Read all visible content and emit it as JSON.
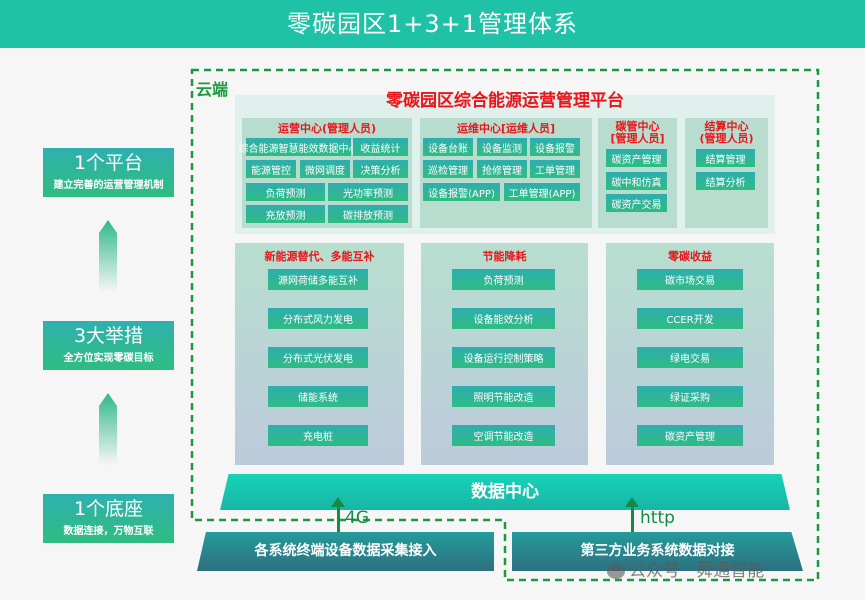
{
  "title": "零碳园区1+3+1管理体系",
  "cloud_label": "云端",
  "left": [
    {
      "big": "1个平台",
      "small": "建立完善的运营管理机制"
    },
    {
      "big": "3大举措",
      "small": "全方位实现零碳目标"
    },
    {
      "big": "1个底座",
      "small": "数据连接，万物互联"
    }
  ],
  "platform": {
    "title": "零碳园区综合能源运营管理平台",
    "ops": {
      "title": "运营中心(管理人员)",
      "items": [
        "综合能源智慧能效数据中心",
        "收益统计",
        "能源管控",
        "微网调度",
        "决策分析",
        "负荷预测",
        "光功率预测",
        "充放预测",
        "碳排放预测"
      ]
    },
    "maint": {
      "title": "运维中心[运维人员]",
      "items": [
        "设备台账",
        "设备监测",
        "设备报警",
        "巡检管理",
        "抢修管理",
        "工单管理",
        "设备报警(APP)",
        "工单管理(APP)"
      ]
    },
    "carbon": {
      "title1": "碳管中心",
      "title2": "[管理人员]",
      "items": [
        "碳资产管理",
        "碳中和仿真",
        "碳资产交易"
      ]
    },
    "settle": {
      "title1": "结算中心",
      "title2": "(管理人员)",
      "items": [
        "结算管理",
        "结算分析"
      ]
    }
  },
  "columns": [
    {
      "title": "新能源替代、多能互补",
      "items": [
        "源网荷储多能互补",
        "分布式风力发电",
        "分布式光伏发电",
        "储能系统",
        "充电桩"
      ]
    },
    {
      "title": "节能降耗",
      "items": [
        "负荷预测",
        "设备能效分析",
        "设备运行控制策略",
        "照明节能改造",
        "空调节能改造"
      ]
    },
    {
      "title": "零碳收益",
      "items": [
        "碳市场交易",
        "CCER开发",
        "绿电交易",
        "绿证采购",
        "碳资产管理"
      ]
    }
  ],
  "data_center": "数据中心",
  "link_4g": "4G",
  "link_http": "http",
  "bottom_left": "各系统终端设备数据采集接入",
  "bottom_right": "第三方业务系统数据对接",
  "watermark": "公众号 · 舜通智能",
  "colors": {
    "header": "#1fc2a7",
    "dashed_border": "#1a9a3c",
    "title_red": "#e8161b"
  }
}
